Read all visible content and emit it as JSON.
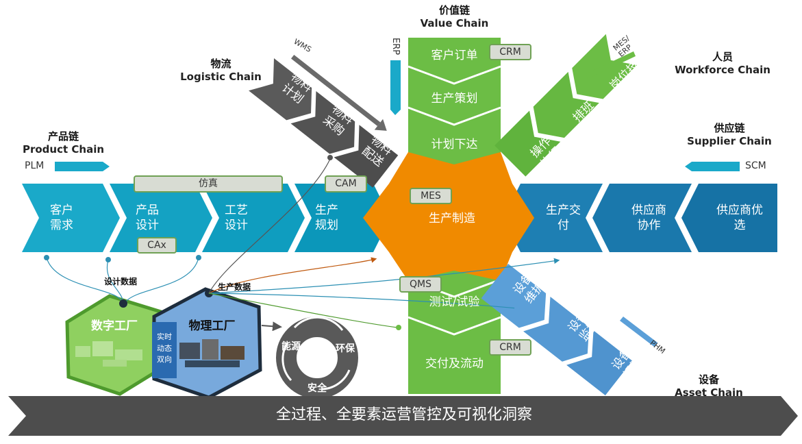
{
  "value_chain": {
    "zh": "价值链",
    "en": "Value Chain",
    "system": "ERP",
    "steps": [
      "客户订单",
      "生产策划",
      "计划下达"
    ],
    "tag": "CRM"
  },
  "logistic_chain": {
    "zh": "物流",
    "en": "Logistic Chain",
    "system": "WMS",
    "steps": [
      "物料\n计划",
      "物料\n采购",
      "物料\n配送"
    ]
  },
  "workforce_chain": {
    "zh": "人员",
    "en": "Workforce Chain",
    "system": "MES/\nERP",
    "steps": [
      "岗位技\n能培训",
      "排班\n计划",
      "操作\n执行"
    ]
  },
  "product_chain": {
    "zh": "产品链",
    "en": "Product Chain",
    "system": "PLM",
    "steps": [
      "客户\n需求",
      "产品\n设计",
      "工艺\n设计",
      "生产\n规划"
    ],
    "tags": {
      "sim": "仿真",
      "cam": "CAM",
      "cax": "CAx"
    }
  },
  "supplier_chain": {
    "zh": "供应链",
    "en": "Supplier Chain",
    "system": "SCM",
    "steps": [
      "生产交\n付",
      "供应商\n协作",
      "供应商优\n选"
    ]
  },
  "center": {
    "label": "生产制造",
    "tag": "MES"
  },
  "bottom_chain": {
    "steps": [
      "测试/试验",
      "交付及流动"
    ],
    "qms": "QMS",
    "crm": "CRM"
  },
  "asset_chain": {
    "zh": "设备",
    "en": "Asset Chain",
    "system": "PHM",
    "steps": [
      "设备\n维护",
      "设备\n监控",
      "设备\n规划"
    ]
  },
  "factories": {
    "design_data": "设计数据",
    "production_data": "生产数据",
    "digital": "数字工厂",
    "physical": "物理工厂",
    "link": "实时\n动态\n双向"
  },
  "cycle": {
    "a": "能源",
    "b": "环保",
    "c": "安全"
  },
  "banner": "全过程、全要素运营管控及可视化洞察",
  "colors": {
    "cyan": "#0fa5c6",
    "green": "#6cbd45",
    "orange": "#f08a00",
    "blue": "#1e7fb3",
    "lightblue": "#5b9fd8",
    "grey": "#595959",
    "darkgreen": "#3e8e2a"
  }
}
